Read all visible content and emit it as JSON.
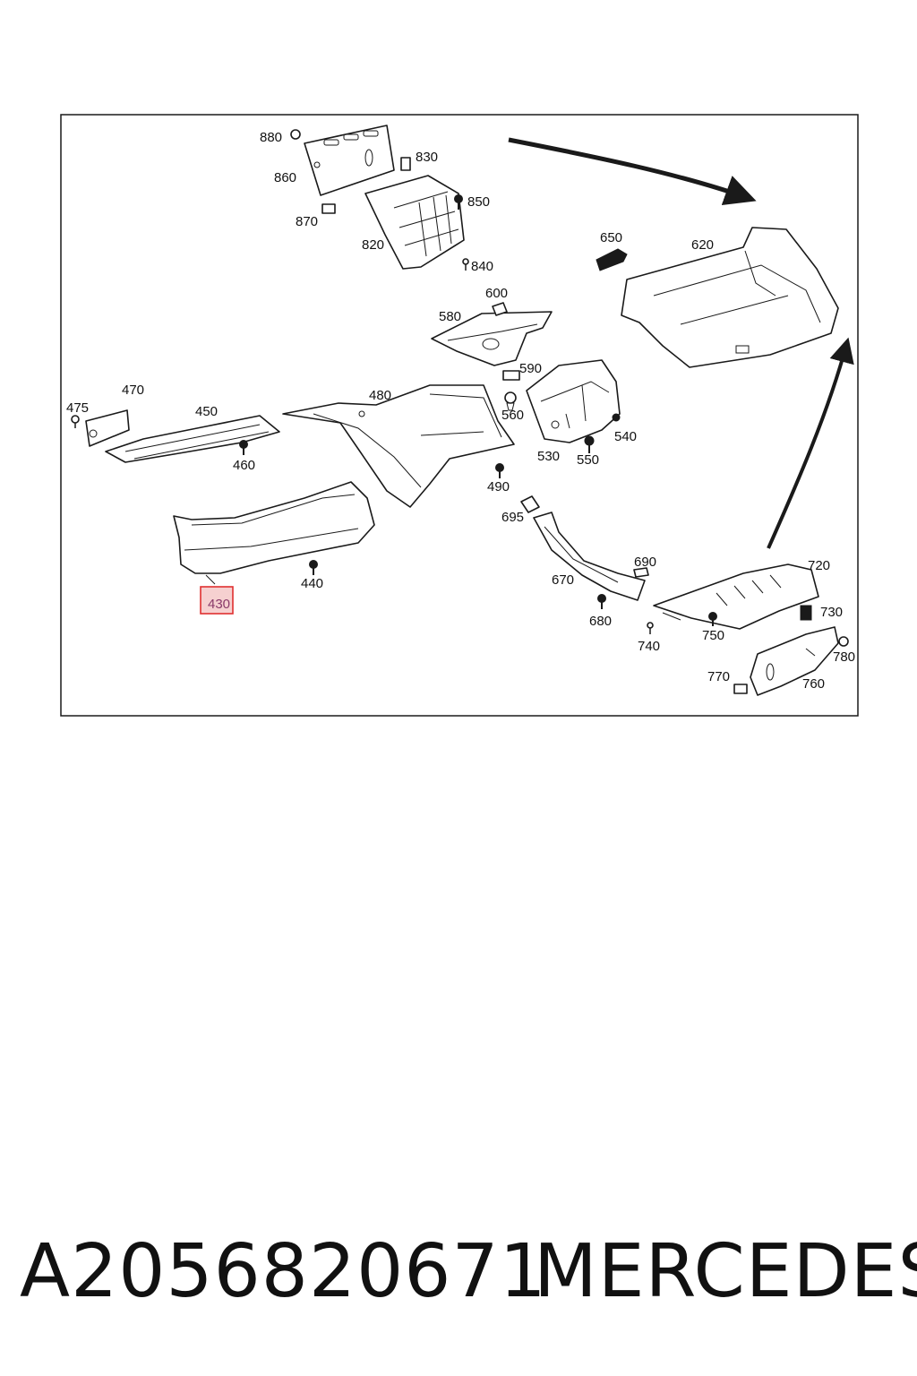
{
  "diagram": {
    "highlight_color": "#e03030",
    "highlight_fill": "#f6d0d0",
    "labels": {
      "880": "880",
      "860": "860",
      "870": "870",
      "830": "830",
      "850": "850",
      "820": "820",
      "840": "840",
      "650": "650",
      "620": "620",
      "600": "600",
      "580": "580",
      "590": "590",
      "560": "560",
      "540": "540",
      "530": "530",
      "550": "550",
      "475": "475",
      "470": "470",
      "450": "450",
      "460": "460",
      "480": "480",
      "490": "490",
      "695": "695",
      "670": "670",
      "690": "690",
      "680": "680",
      "720": "720",
      "730": "730",
      "740": "740",
      "750": "750",
      "780": "780",
      "770": "770",
      "760": "760",
      "440": "440",
      "430": "430"
    }
  },
  "caption": {
    "part_number": "A2056820671",
    "brand": "MERCEDES"
  }
}
